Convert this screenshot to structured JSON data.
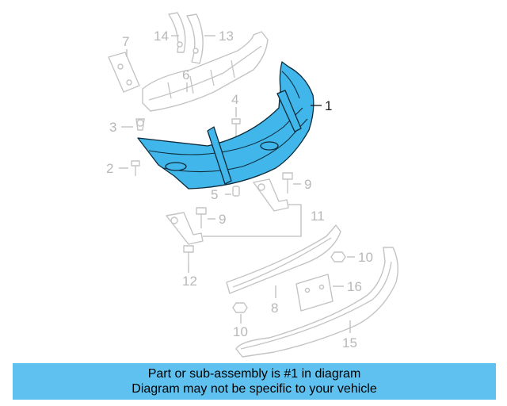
{
  "callouts": {
    "c1": "1",
    "c2": "2",
    "c3": "3",
    "c4": "4",
    "c5": "5",
    "c6": "6",
    "c7": "7",
    "c8": "8",
    "c9a": "9",
    "c9b": "9",
    "c10a": "10",
    "c10b": "10",
    "c11": "11",
    "c12": "12",
    "c13": "13",
    "c14": "14",
    "c15": "15",
    "c16": "16"
  },
  "banner": {
    "line1": "Part or sub-assembly is #1 in diagram",
    "line2": "Diagram may not be specific to your vehicle"
  },
  "colors": {
    "highlight_part": "#41b6ea",
    "banner_bg": "#5ec1f0",
    "ghost_parts": "#c4c4c4"
  }
}
